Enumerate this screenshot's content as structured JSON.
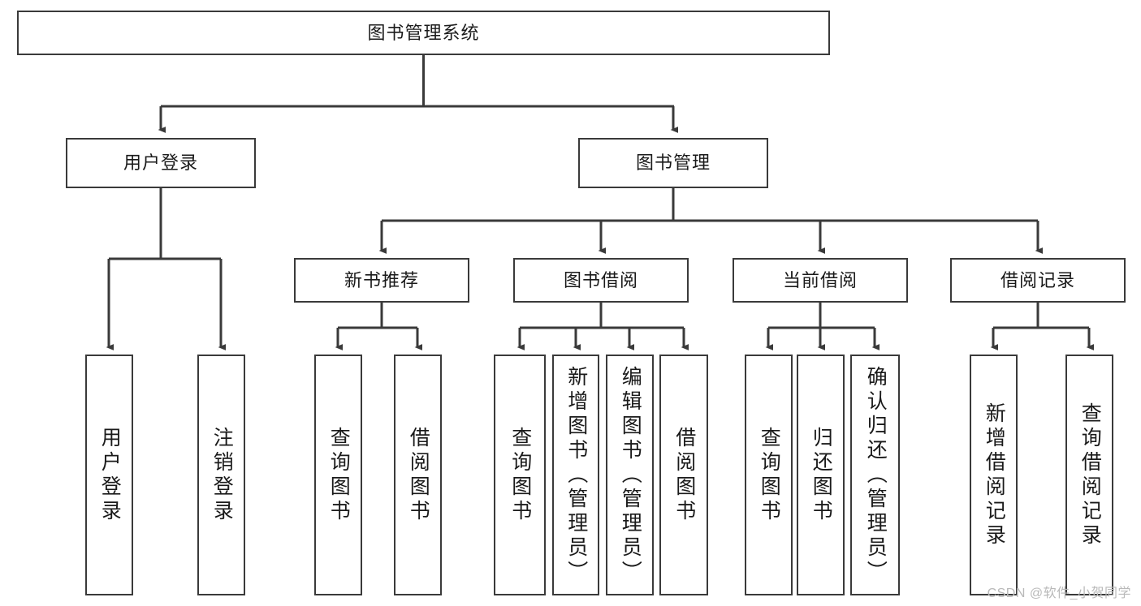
{
  "diagram": {
    "type": "tree-hierarchy-chart",
    "title_node": "图书管理系统",
    "watermark": "CSDN @软件_小贺同学",
    "colors": {
      "box_border": "#3a3a3a",
      "box_fill": "#ffffff",
      "edge": "#3a3a3a",
      "text": "#1a1a1a",
      "watermark": "#b9b9b9",
      "background": "#ffffff"
    },
    "nodes": {
      "root": {
        "label": "图书管理系统"
      },
      "level2": [
        {
          "id": "user-login",
          "label": "用户登录"
        },
        {
          "id": "book-management",
          "label": "图书管理"
        }
      ],
      "level3": [
        {
          "id": "new-book-recommend",
          "label": "新书推荐"
        },
        {
          "id": "book-borrow",
          "label": "图书借阅"
        },
        {
          "id": "current-borrow",
          "label": "当前借阅"
        },
        {
          "id": "borrow-record",
          "label": "借阅记录"
        }
      ],
      "leaves": {
        "user_login": [
          {
            "id": "leaf-user-login",
            "label": "用户登录"
          },
          {
            "id": "leaf-logout-login",
            "label": "注销登录"
          }
        ],
        "new_book_recommend": [
          {
            "id": "leaf-query-book-1",
            "label": "查询图书"
          },
          {
            "id": "leaf-borrow-book-1",
            "label": "借阅图书"
          }
        ],
        "book_borrow": [
          {
            "id": "leaf-query-book-2",
            "label": "查询图书"
          },
          {
            "id": "leaf-add-book",
            "label": "新增图书（管理员）"
          },
          {
            "id": "leaf-edit-book",
            "label": "编辑图书（管理员）"
          },
          {
            "id": "leaf-borrow-book-2",
            "label": "借阅图书"
          }
        ],
        "current_borrow": [
          {
            "id": "leaf-query-book-3",
            "label": "查询图书"
          },
          {
            "id": "leaf-return-book",
            "label": "归还图书"
          },
          {
            "id": "leaf-confirm-return",
            "label": "确认归还（管理员）"
          }
        ],
        "borrow_record": [
          {
            "id": "leaf-add-record",
            "label": "新增借阅记录"
          },
          {
            "id": "leaf-query-record",
            "label": "查询借阅记录"
          }
        ]
      }
    }
  }
}
